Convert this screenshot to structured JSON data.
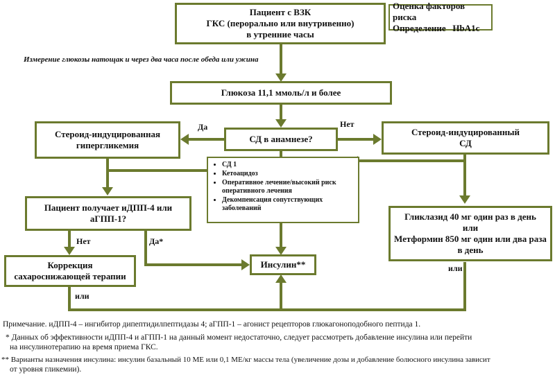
{
  "boxes": {
    "patient": [
      "Пациент с ВЗК",
      "ГКС (перорально или внутривенно)",
      "в утренние часы"
    ],
    "risk": [
      "Оценка факторов риска",
      "Определение   HbA1c"
    ],
    "glucose": "Глюкоза 11,1 ммоль/л и более",
    "history": "СД в анамнезе?",
    "hyperglycemia": [
      "Стероид-индуцированная",
      "гипергликемия"
    ],
    "sd": [
      "Стероид-индуцированный",
      "СД"
    ],
    "dpp": [
      "Пациент получает иДПП-4 или",
      "аГПП-1?"
    ],
    "gliclazide": [
      "Гликлазид 40 мг один раз в день",
      "или",
      "Метформин 850 мг один или два раза",
      "в день"
    ],
    "correction": [
      "Коррекция",
      "сахароснижающей терапии"
    ],
    "insulin": "Инсулин**"
  },
  "criteria": [
    "СД 1",
    "Кетоацидоз",
    "Оперативное лечение/высокий риск оперативного лечения",
    "Декомпенсация сопутствующих заболеваний"
  ],
  "labels": {
    "measure": "Измерение глюкозы натощак и через два часа после обеда или ужина",
    "yes": "Да",
    "no": "Нет",
    "no2": "Нет",
    "yes_star": "Да*",
    "or_right": "или",
    "or_left": "или"
  },
  "notes": {
    "primary": "Примечание. иДПП-4 – ингибитор дипептидилпептидазы 4; аГПП-1 – агонист рецепторов глюкагоноподобного пептида 1.",
    "star_line1": "* Данных об эффективности иДПП-4 и аГПП-1 на данный момент недостаточно, следует рассмотреть добавление инсулина или перейти",
    "star_line2": "на инсулинотерапию на время приема ГКС.",
    "dstar_line1": "** Варианты назначения инсулина: инсулин базальный 10 МЕ или 0,1 МЕ/кг массы тела (увеличение дозы и добавление болюсного инсулина зависит",
    "dstar_line2": "от уровня гликемии)."
  },
  "colors": {
    "accent": "#6b7a2e"
  }
}
